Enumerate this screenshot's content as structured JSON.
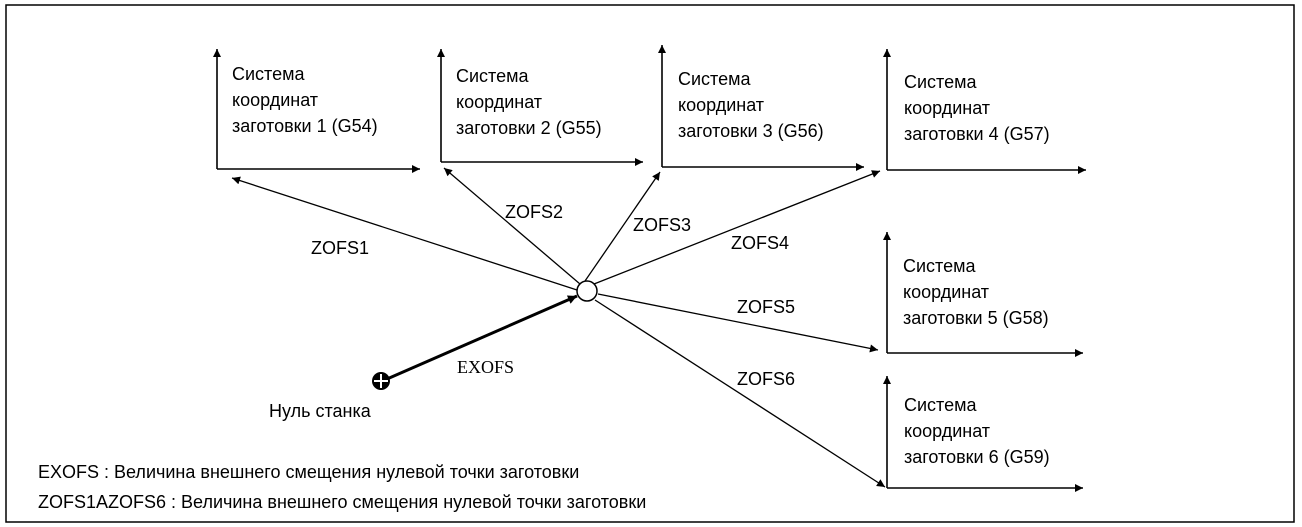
{
  "systems": [
    {
      "id": "cs1",
      "lines": [
        "Система",
        "координат",
        "заготовки 1 (G54)"
      ]
    },
    {
      "id": "cs2",
      "lines": [
        "Система",
        "координат",
        "заготовки 2 (G55)"
      ]
    },
    {
      "id": "cs3",
      "lines": [
        "Система",
        "координат",
        "заготовки 3 (G56)"
      ]
    },
    {
      "id": "cs4",
      "lines": [
        "Система",
        "координат",
        "заготовки 4 (G57)"
      ]
    },
    {
      "id": "cs5",
      "lines": [
        "Система",
        "координат",
        "заготовки 5 (G58)"
      ]
    },
    {
      "id": "cs6",
      "lines": [
        "Система",
        "координат",
        "заготовки 6 (G59)"
      ]
    }
  ],
  "offsets": [
    "ZOFS1",
    "ZOFS2",
    "ZOFS3",
    "ZOFS4",
    "ZOFS5",
    "ZOFS6"
  ],
  "exofs_label": "EXOFS",
  "machine_zero_label": "Нуль станка",
  "legend": [
    "EXOFS : Величина внешнего смещения нулевой точки заготовки",
    "ZOFS1AZOFS6 : Величина внешнего смещения нулевой точки заготовки"
  ]
}
